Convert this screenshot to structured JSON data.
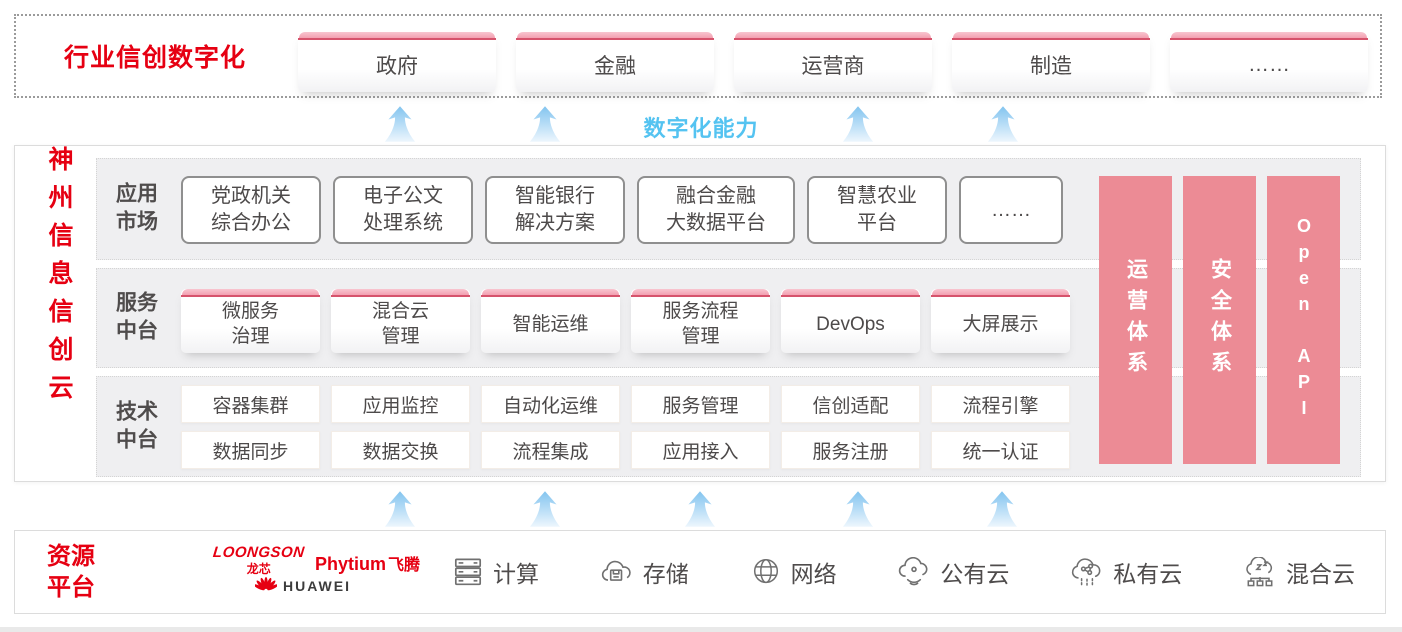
{
  "colors": {
    "accent_red": "#e60012",
    "pillar_pink": "#ec8b95",
    "capability_blue": "#54c3f1",
    "panel_gray": "#efeff1"
  },
  "top_section": {
    "label": "行业信创数字化",
    "industries": [
      "政府",
      "金融",
      "运营商",
      "制造",
      "……"
    ]
  },
  "capability_banner": {
    "label": "数字化能力"
  },
  "main_section": {
    "title": "神州信息信创云",
    "rows": [
      {
        "label": "应用\n市场",
        "boxes": [
          "党政机关\n综合办公",
          "电子公文\n处理系统",
          "智能银行\n解决方案",
          "融合金融\n大数据平台",
          "智慧农业\n平台",
          "……"
        ]
      },
      {
        "label": "服务\n中台",
        "boxes": [
          "微服务\n治理",
          "混合云\n管理",
          "智能运维",
          "服务流程\n管理",
          "DevOps",
          "大屏展示"
        ]
      },
      {
        "label": "技术\n中台",
        "box_rows": [
          [
            "容器集群",
            "应用监控",
            "自动化运维",
            "服务管理",
            "信创适配",
            "流程引擎"
          ],
          [
            "数据同步",
            "数据交换",
            "流程集成",
            "应用接入",
            "服务注册",
            "统一认证"
          ]
        ]
      }
    ],
    "pillars": [
      "运营体系",
      "安全体系",
      "Open API"
    ]
  },
  "resource_section": {
    "label": "资源\n平台",
    "vendors": [
      {
        "name": "LOONGSON",
        "subtitle": "龙芯"
      },
      {
        "name": "Phytium",
        "subtitle": "飞腾"
      },
      {
        "name": "HUAWEI",
        "subtitle": ""
      }
    ],
    "resources": [
      {
        "icon": "server-icon",
        "label": "计算"
      },
      {
        "icon": "storage-icon",
        "label": "存储"
      },
      {
        "icon": "network-icon",
        "label": "网络"
      },
      {
        "icon": "public-cloud-icon",
        "label": "公有云"
      },
      {
        "icon": "private-cloud-icon",
        "label": "私有云"
      },
      {
        "icon": "hybrid-cloud-icon",
        "label": "混合云"
      }
    ]
  }
}
